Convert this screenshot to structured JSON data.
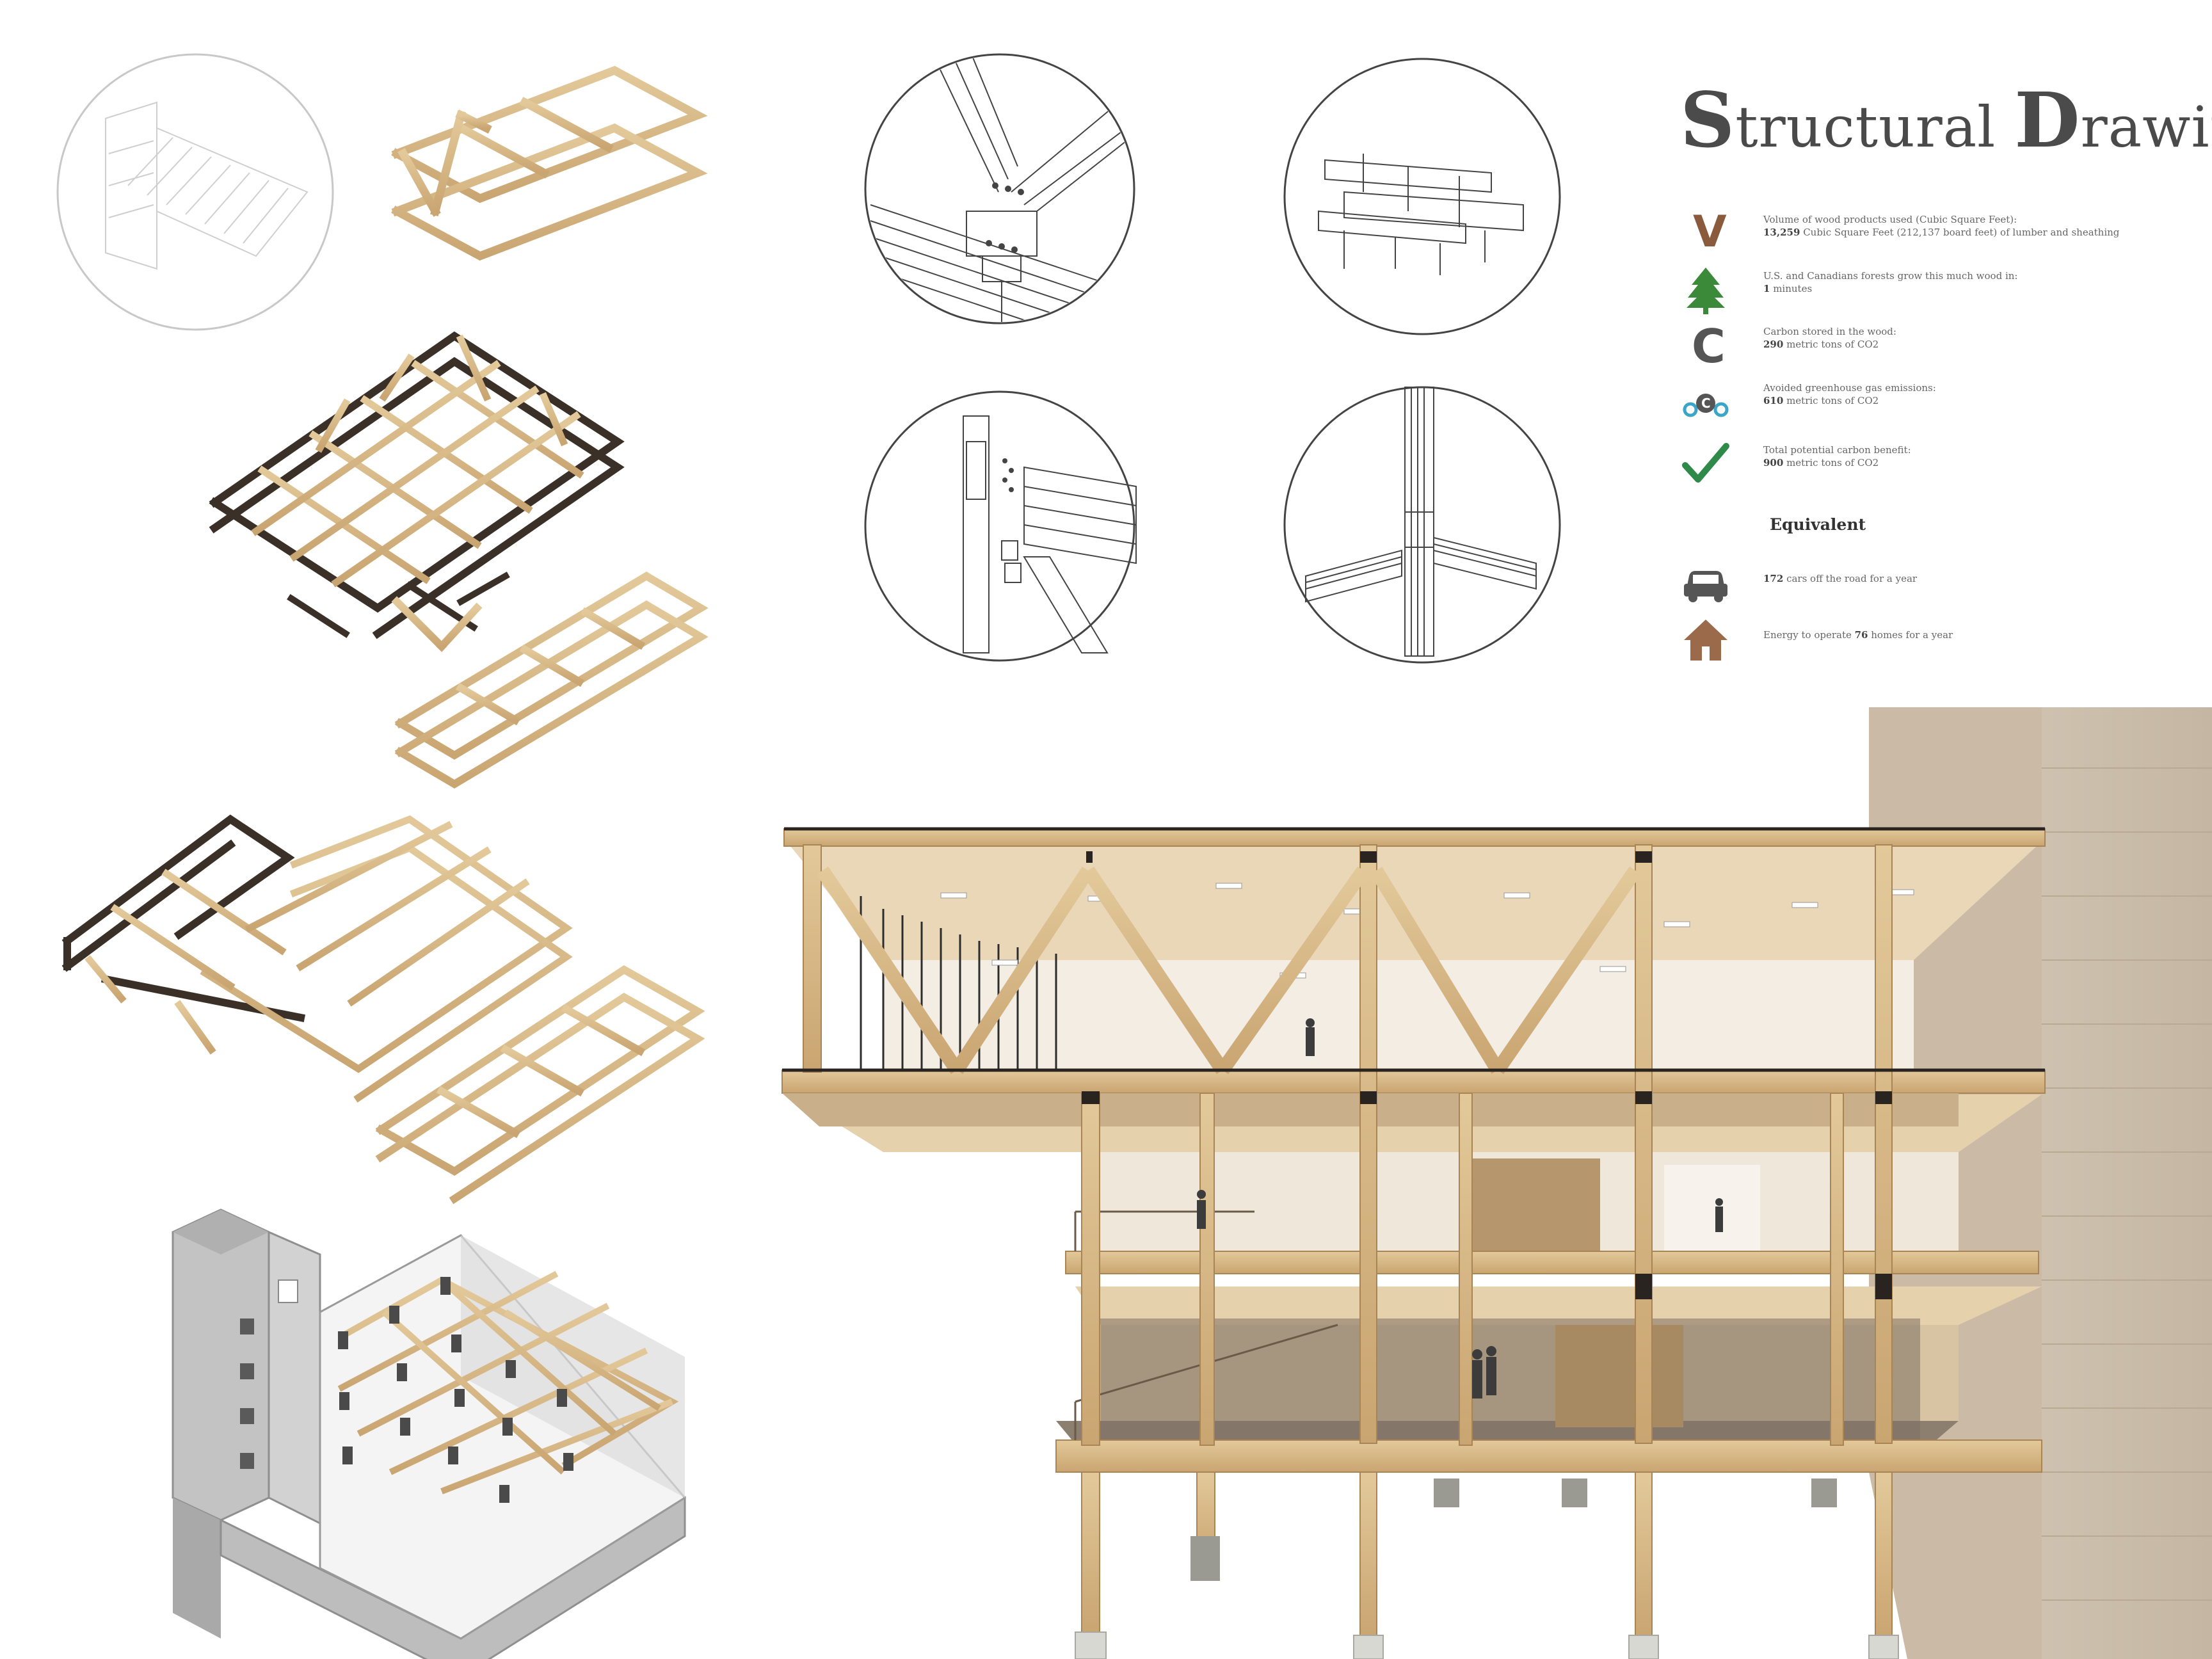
{
  "title": {
    "cap1": "S",
    "rest1": "tructural ",
    "cap2": "D",
    "rest2": "rawings"
  },
  "stats": [
    {
      "icon": "v-letter-icon",
      "color": "#8a5a3c",
      "line1": "Volume of wood products used (Cubic Square Feet):",
      "bold": "13,259",
      "line2": " Cubic Square Feet (212,137 board feet) of lumber and sheathing"
    },
    {
      "icon": "tree-icon",
      "color": "#3a8a3a",
      "line1": "U.S. and Canadians forests grow this much wood in:",
      "bold": "1",
      "line2": " minutes"
    },
    {
      "icon": "c-letter-icon",
      "color": "#555555",
      "line1": "Carbon stored in the wood:",
      "bold": "290",
      "line2": " metric tons of CO2"
    },
    {
      "icon": "co2-icon",
      "color": "#3aa5c8",
      "line1": "Avoided greenhouse gas emissions:",
      "bold": "610",
      "line2": " metric tons of CO2"
    },
    {
      "icon": "checkmark-icon",
      "color": "#2f8a4a",
      "line1": "Total potential carbon benefit:",
      "bold": "900",
      "line2": " metric tons of CO2"
    }
  ],
  "equivalent": {
    "heading": "Equivalent",
    "items": [
      {
        "icon": "car-icon",
        "color": "#555555",
        "bold": "172",
        "text": " cars off the road for a year"
      },
      {
        "icon": "house-icon",
        "color": "#9a6a4a",
        "pre": "Energy to operate ",
        "bold": "76",
        "text": " homes for a year"
      }
    ]
  },
  "icon_letters": {
    "v": "V",
    "c": "C",
    "co2_c": "C"
  },
  "colors": {
    "timber": "#d6b98a",
    "timber_dark": "#b08a5a",
    "steel": "#2a2420",
    "concrete_wall": "#cfc3b2",
    "core_gray": "#a8a8a8"
  }
}
